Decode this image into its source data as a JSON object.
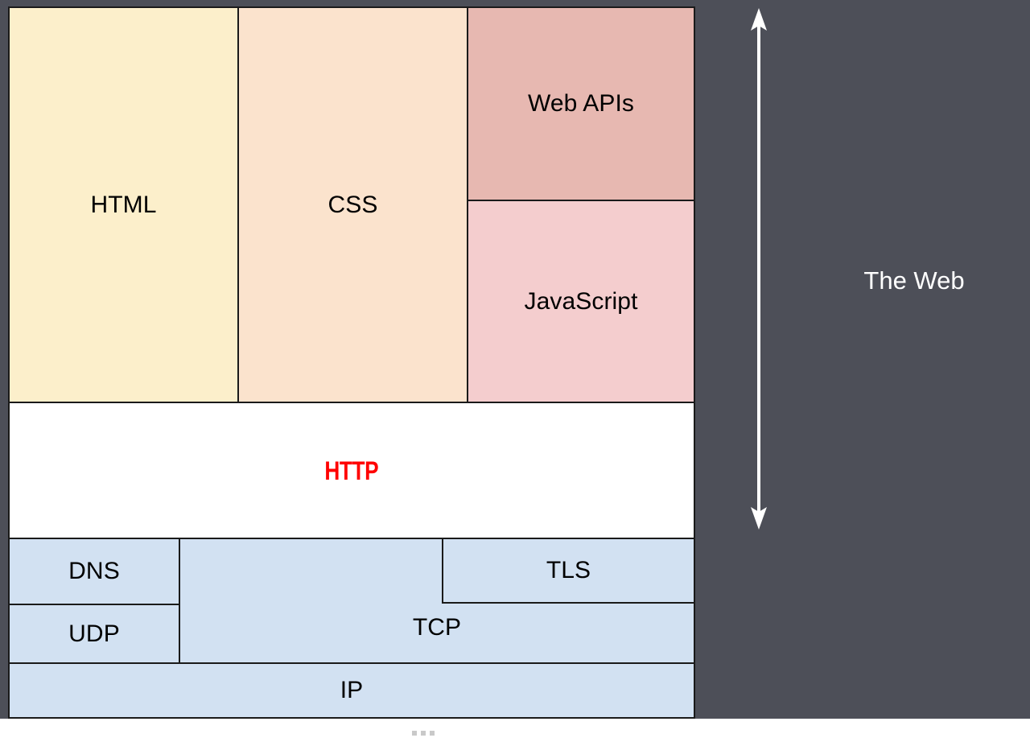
{
  "diagram": {
    "title": "The Web",
    "background_color": "#4d4f58",
    "border_color": "#1a1a1a",
    "layers": {
      "application": [
        {
          "id": "html",
          "label": "HTML",
          "color": "#fcefcb"
        },
        {
          "id": "css",
          "label": "CSS",
          "color": "#fbe3cd"
        },
        {
          "id": "webapis",
          "label": "Web APIs",
          "color": "#e7b8b1"
        },
        {
          "id": "js",
          "label": "JavaScript",
          "color": "#f4cdce"
        }
      ],
      "protocol": [
        {
          "id": "http",
          "label": "HTTP",
          "color": "#ffffff",
          "text_color": "#ff0000"
        }
      ],
      "network": [
        {
          "id": "dns",
          "label": "DNS",
          "color": "#d2e1f2"
        },
        {
          "id": "udp",
          "label": "UDP",
          "color": "#d2e1f2"
        },
        {
          "id": "tcp",
          "label": "TCP",
          "color": "#d2e1f2"
        },
        {
          "id": "tls",
          "label": "TLS",
          "color": "#d2e1f2"
        },
        {
          "id": "ip",
          "label": "IP",
          "color": "#d2e1f2"
        }
      ]
    },
    "annotation": {
      "scope_label": "The Web",
      "scope_arrow": "double-headed-vertical-arrow",
      "scope_arrow_color": "#ffffff"
    }
  },
  "chrome": {
    "grip_label": "resize-grip"
  }
}
